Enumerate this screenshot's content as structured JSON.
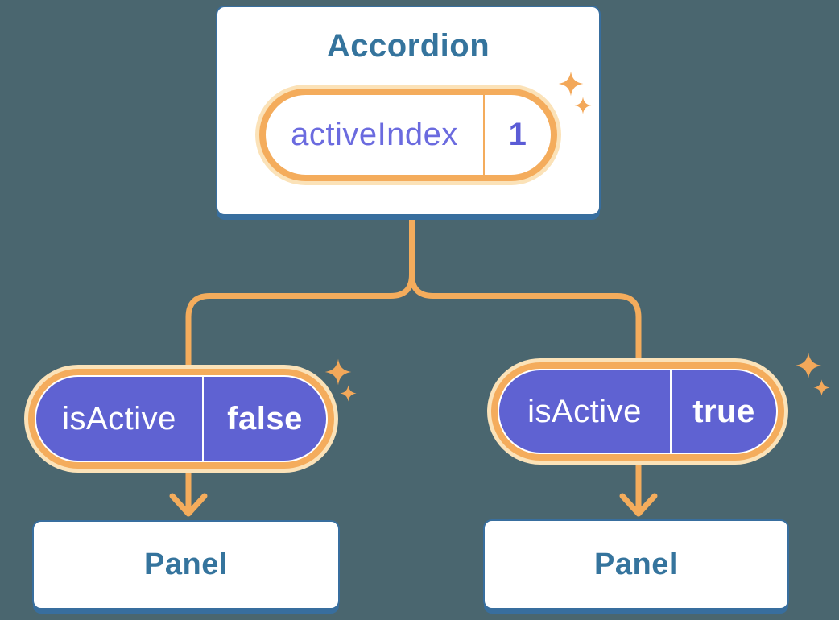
{
  "diagram": {
    "description": "Component tree diagram: Accordion state lifted, passed to two Panels",
    "root": {
      "title": "Accordion",
      "state_pill": {
        "label": "activeIndex",
        "value": "1"
      }
    },
    "branches": [
      {
        "prop_pill": {
          "label": "isActive",
          "value": "false"
        },
        "panel_label": "Panel"
      },
      {
        "prop_pill": {
          "label": "isActive",
          "value": "true"
        },
        "panel_label": "Panel"
      }
    ],
    "icons": {
      "sparkle": "four-point-star"
    },
    "colors": {
      "background": "#4A666F",
      "card_background": "#FFFFFF",
      "card_border_blue": "#386E9E",
      "heading_blue": "#35749D",
      "connector_orange": "#F4AC5C",
      "sparkle_orange": "#F3A85A",
      "glow_cream": "#FBE2B8",
      "pill_purple": "#5F62D2",
      "state_label_purple": "#6B6BDF",
      "state_value_purple": "#5B5CD6",
      "pill_text_white": "#FFFFFF"
    }
  }
}
